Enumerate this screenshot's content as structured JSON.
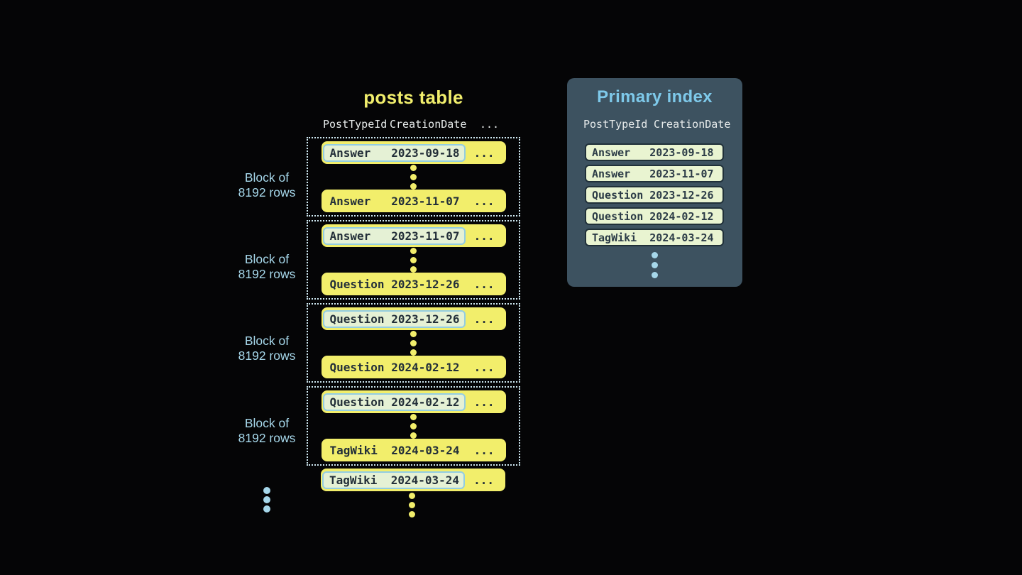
{
  "posts_table": {
    "title": "posts table",
    "columns": {
      "col1": "PostTypeId",
      "col2": "CreationDate",
      "col3": "..."
    },
    "block_label_line1": "Block of",
    "block_label_line2": "8192 rows",
    "row_ellipsis": "...",
    "blocks": [
      {
        "first": {
          "type": "Answer",
          "date": "2023-09-18"
        },
        "last": {
          "type": "Answer",
          "date": "2023-11-07"
        }
      },
      {
        "first": {
          "type": "Answer",
          "date": "2023-11-07"
        },
        "last": {
          "type": "Question",
          "date": "2023-12-26"
        }
      },
      {
        "first": {
          "type": "Question",
          "date": "2023-12-26"
        },
        "last": {
          "type": "Question",
          "date": "2024-02-12"
        }
      },
      {
        "first": {
          "type": "Question",
          "date": "2024-02-12"
        },
        "last": {
          "type": "TagWiki",
          "date": "2024-03-24"
        }
      }
    ],
    "overflow_row": {
      "type": "TagWiki",
      "date": "2024-03-24"
    }
  },
  "primary_index": {
    "title": "Primary index",
    "columns": {
      "col1": "PostTypeId",
      "col2": "CreationDate"
    },
    "rows": [
      {
        "type": "Answer",
        "date": "2023-09-18"
      },
      {
        "type": "Answer",
        "date": "2023-11-07"
      },
      {
        "type": "Question",
        "date": "2023-12-26"
      },
      {
        "type": "Question",
        "date": "2024-02-12"
      },
      {
        "type": "TagWiki",
        "date": "2024-03-24"
      }
    ]
  },
  "colors": {
    "background": "#050506",
    "row_yellow": "#f2ee6b",
    "row_text": "#232f39",
    "highlight_fill": "#e5f1d5",
    "highlight_border": "#93cde2",
    "block_outline": "#cfe9f2",
    "label_blue": "#a6d7ea",
    "panel_background": "#3d5260",
    "panel_title_blue": "#7ec9ea",
    "index_row_fill": "#e9f4d1",
    "index_row_border": "#203039",
    "posts_title_yellow": "#f1ee6c",
    "header_text": "#e7ebeb"
  }
}
